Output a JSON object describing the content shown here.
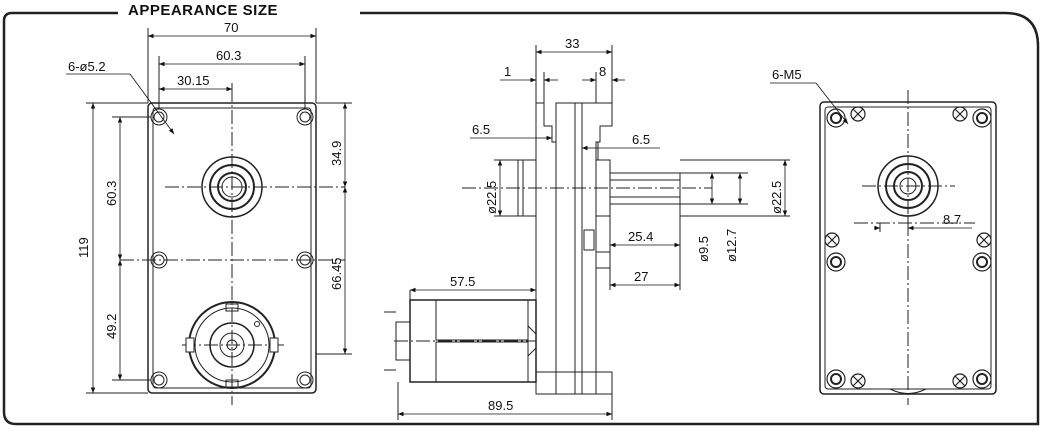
{
  "header": {
    "title": "APPEARANCE SIZE"
  },
  "front_view": {
    "hole_callout": "6-ø5.2",
    "dim_total_width": "70",
    "dim_hole_spacing": "60.3",
    "dim_center_offset": "30.15",
    "dim_total_height": "119",
    "dim_upper_holes": "60.3",
    "dim_lower_holes": "49.2",
    "dim_top_to_shaft": "34.9",
    "dim_shaft_to_bottom": "66.45"
  },
  "side_view": {
    "dim_depth": "33",
    "dim_flange": "1",
    "dim_boss": "8",
    "dim_left_step": "6.5",
    "dim_right_step": "6.5",
    "dim_left_boss_dia": "ø22.5",
    "dim_right_boss_dia": "ø22.5",
    "dim_shaft_len": "25.4",
    "dim_shaft_total": "27",
    "dim_shaft_dia": "ø9.5",
    "dim_shaft_outer_dia": "ø12.7",
    "dim_motor_len": "57.5",
    "dim_overall_len": "89.5"
  },
  "back_view": {
    "thread_callout": "6-M5",
    "dim_offset": "8.7"
  }
}
